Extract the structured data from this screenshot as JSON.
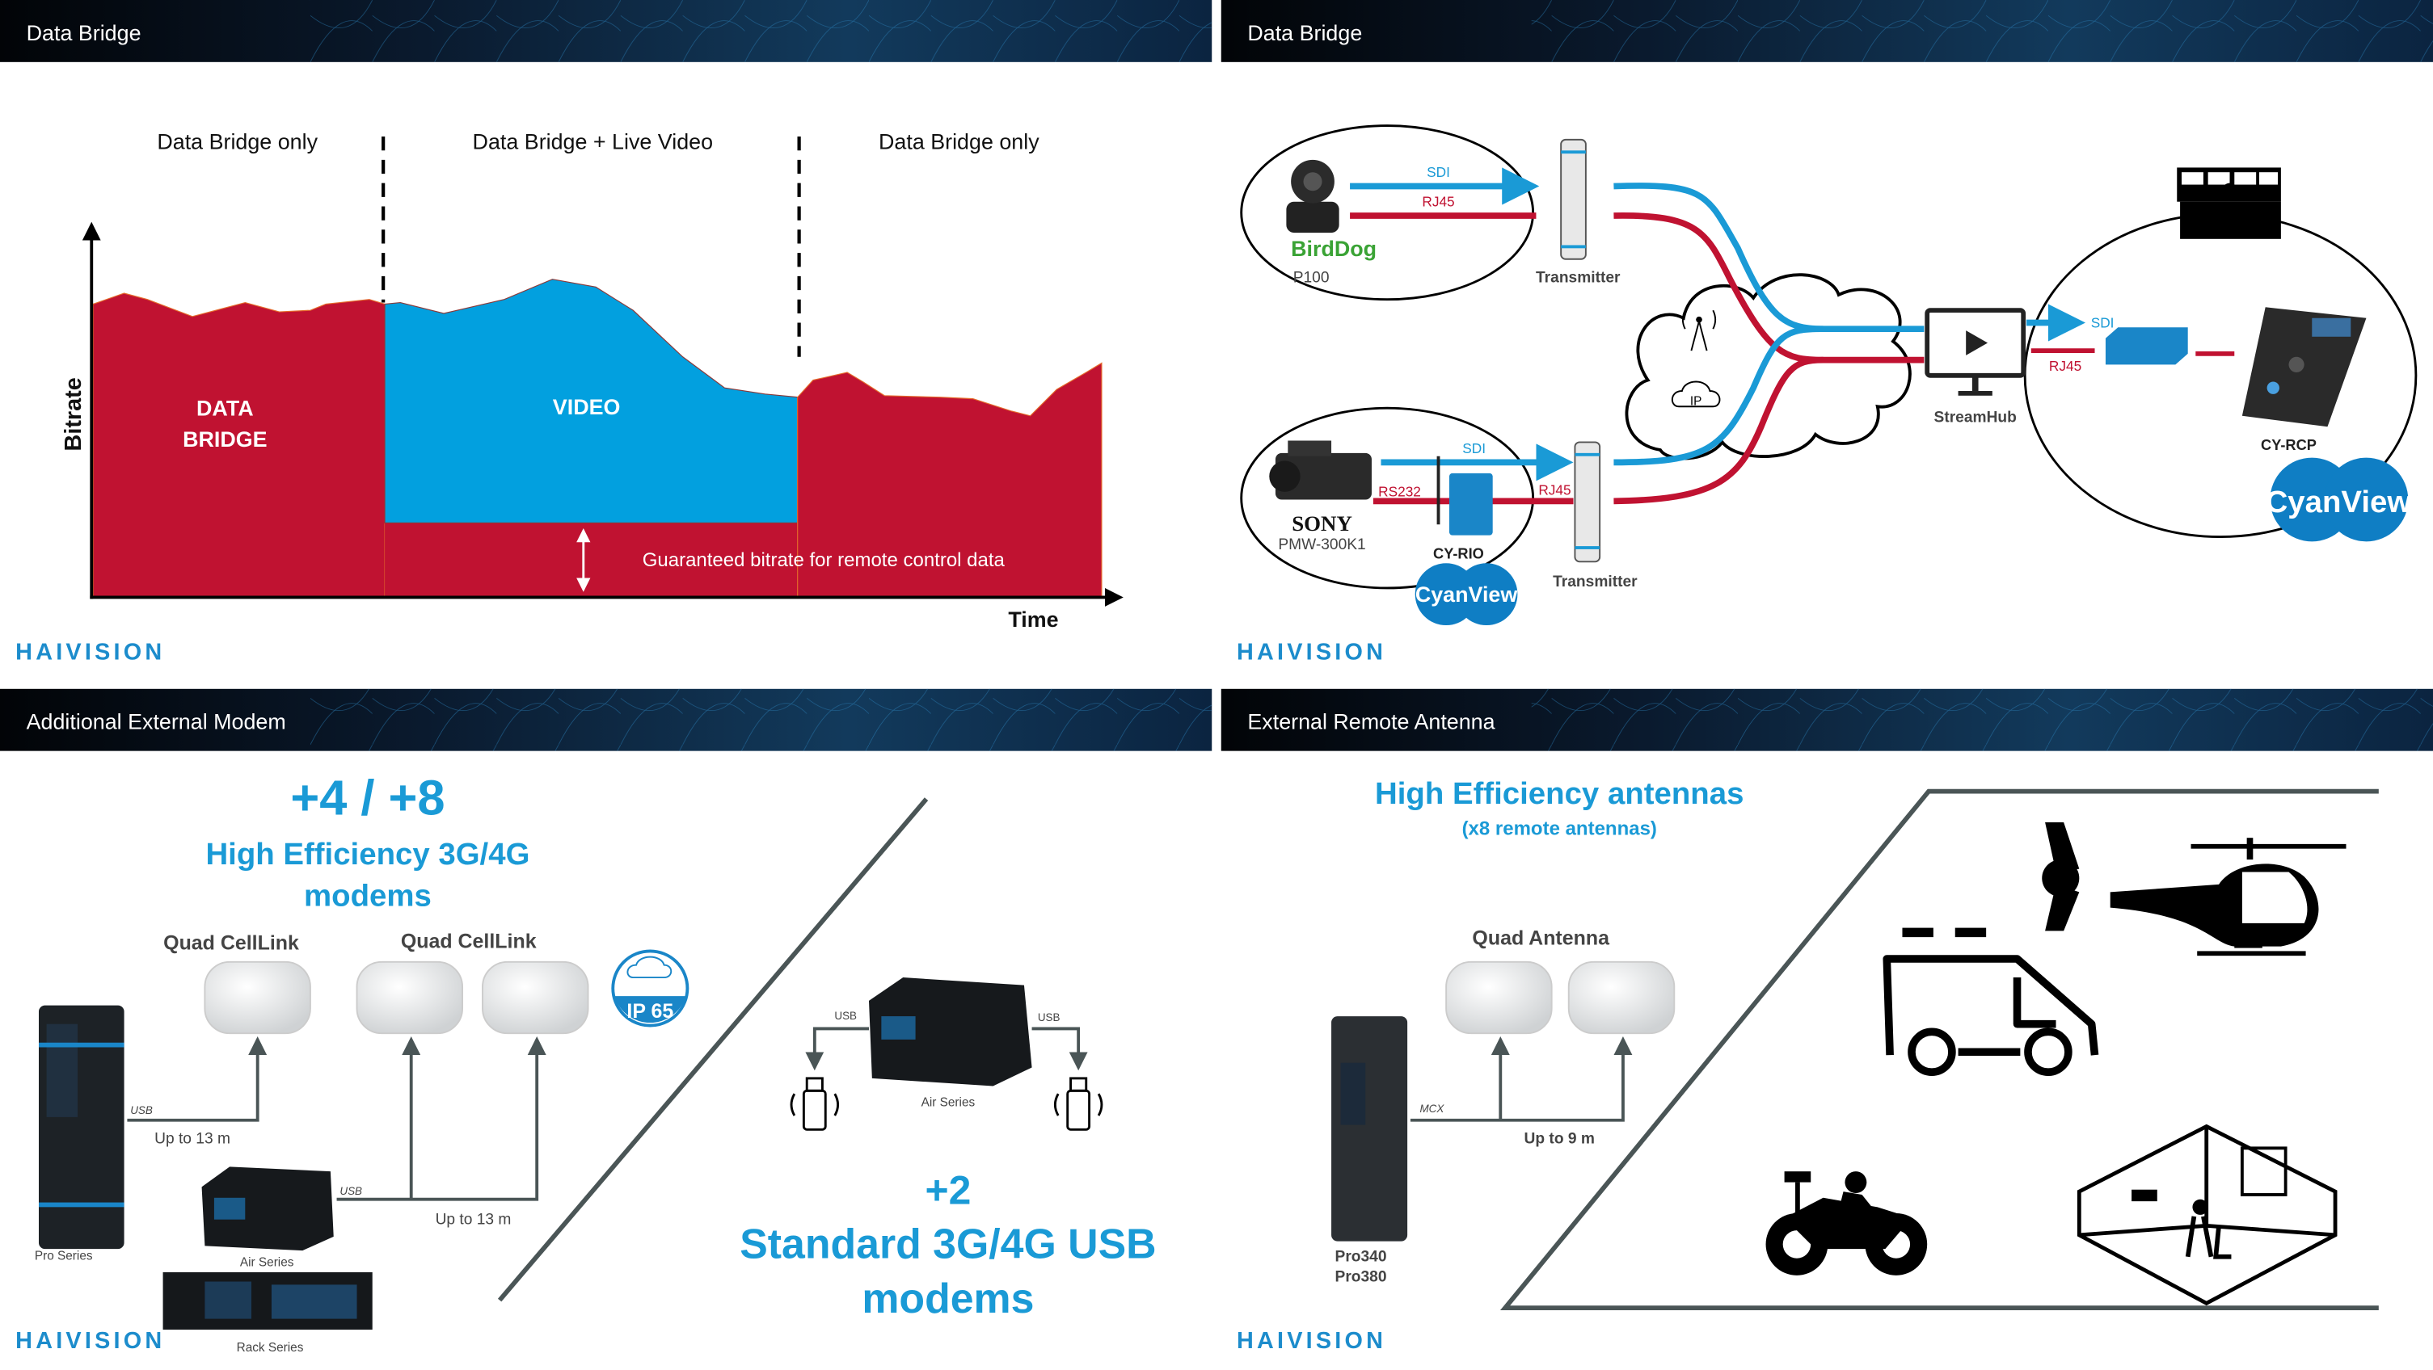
{
  "brand": "HAIVISION",
  "colors": {
    "header": "#0a1628",
    "accent_blue": "#1a9ad6",
    "data_red": "#c01231",
    "video_blue": "#02a0df",
    "cyanview": "#0f7ec4",
    "birddog_green": "#3aa335"
  },
  "slides": [
    {
      "title": "Data Bridge",
      "phases": [
        "Data Bridge only",
        "Data Bridge + Live Video",
        "Data Bridge only"
      ],
      "y_axis_label": "Bitrate",
      "x_axis_label": "Time",
      "area_labels": {
        "data_line1": "DATA",
        "data_line2": "BRIDGE",
        "video": "VIDEO"
      },
      "annotation": "Guaranteed bitrate for remote control data"
    },
    {
      "title": "Data Bridge",
      "birddog_logo": "BirdDog",
      "camera1_model": "P100",
      "sony_logo": "SONY",
      "camera2_model": "PMW-300K1",
      "link_sdi": "SDI",
      "link_rj45": "RJ45",
      "link_rs232": "RS232",
      "transmitter": "Transmitter",
      "cy_rio": "CY-RIO",
      "ip_label": "IP",
      "streamhub": "StreamHub",
      "cy_rcp": "CY-RCP",
      "cyanview_logo": "CyanView"
    },
    {
      "title": "Additional External Modem",
      "headline_count": "+4 / +8",
      "headline_line1": "High Efficiency 3G/4G",
      "headline_line2": "modems",
      "quad_celllink": "Quad CellLink",
      "ip_rating": "IP 65",
      "usb": "USB",
      "distance": "Up to 13 m",
      "pro_series": "Pro Series",
      "air_series": "Air Series",
      "rack_series": "Rack Series",
      "usb_count": "+2",
      "usb_line1": "Standard 3G/4G USB",
      "usb_line2": "modems"
    },
    {
      "title": "External Remote Antenna",
      "headline": "High Efficiency antennas",
      "subheadline": "(x8 remote antennas)",
      "quad_antenna": "Quad Antenna",
      "connector": "MCX",
      "distance": "Up to 9 m",
      "model1": "Pro340",
      "model2": "Pro380"
    }
  ]
}
